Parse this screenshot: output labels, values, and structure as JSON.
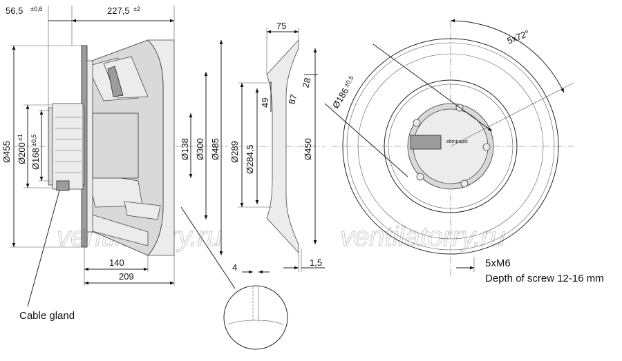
{
  "side_view": {
    "top_dims": {
      "inlet_offset": "56,5",
      "inlet_offset_tol": "±0,6",
      "overall_depth": "227,5",
      "overall_depth_tol": "±2"
    },
    "left_diameters": [
      {
        "label": "Ø455",
        "tol": ""
      },
      {
        "label": "Ø200",
        "tol": "±1"
      },
      {
        "label": "Ø168",
        "tol": "±0,5"
      }
    ],
    "inner_diameters": [
      "Ø138",
      "Ø300",
      "Ø485"
    ],
    "bottom_dims": [
      "140",
      "209"
    ],
    "callout": "Cable gland"
  },
  "section_view": {
    "dims": [
      "75",
      "28",
      "87",
      "49",
      "Ø289",
      "Ø284,5",
      "Ø450",
      "1,5",
      "4"
    ]
  },
  "front_view": {
    "dims": [
      "5x72°",
      "Ø186",
      "±0,5"
    ],
    "screw_spec": "5xM6",
    "screw_depth": "Depth of screw 12-16 mm",
    "brand": "ebmpapst"
  },
  "watermark": "ventilatorry.ru"
}
